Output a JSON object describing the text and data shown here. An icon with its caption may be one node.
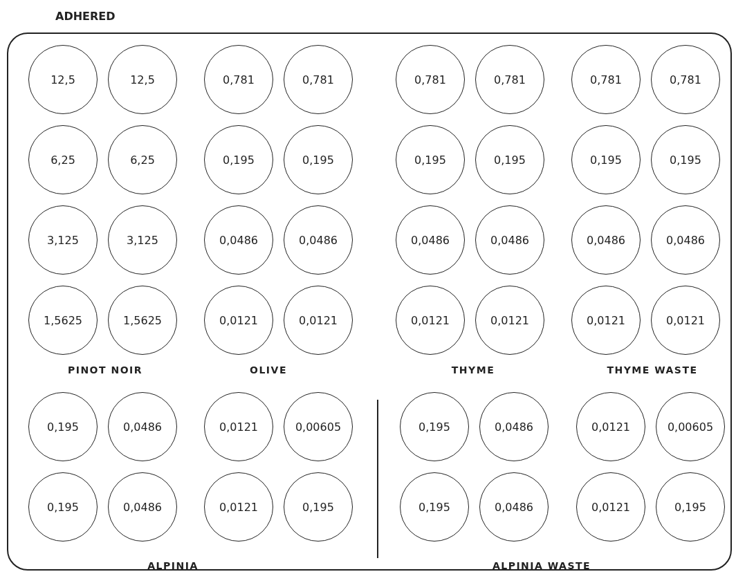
{
  "diagram": {
    "title": "ADHERED",
    "nodes": [
      {
        "text": [],
        "shape": "box"
      },
      {
        "text": [
          "12,5"
        ],
        "in": 0
      },
      {
        "text": [
          "12,5"
        ],
        "in": 0
      },
      {
        "text": [
          "0,781"
        ],
        "in": 0
      },
      {
        "text": [
          "0,781"
        ],
        "in": 0
      },
      {
        "text": [
          "0,781"
        ],
        "in": 0
      },
      {
        "text": [
          "0,781"
        ],
        "in": 0
      },
      {
        "text": [
          "0,781"
        ],
        "in": 0
      },
      {
        "text": [
          "0,781"
        ],
        "in": 0
      },
      {
        "text": [
          "6,25"
        ],
        "in": 0
      },
      {
        "text": [
          "6,25"
        ],
        "in": 0
      },
      {
        "text": [
          "0,195"
        ],
        "in": 0
      },
      {
        "text": [
          "0,195"
        ],
        "in": 0
      },
      {
        "text": [
          "0,195"
        ],
        "in": 0
      },
      {
        "text": [
          "0,195"
        ],
        "in": 0
      },
      {
        "text": [
          "0,195"
        ],
        "in": 0
      },
      {
        "text": [
          "0,195"
        ],
        "in": 0
      },
      {
        "text": [
          "3,125"
        ],
        "in": 0
      },
      {
        "text": [
          "3,125"
        ],
        "in": 0
      },
      {
        "text": [
          "0,0486"
        ],
        "in": 0
      },
      {
        "text": [
          "0,0486"
        ],
        "in": 0
      },
      {
        "text": [
          "0,0486"
        ],
        "in": 0
      },
      {
        "text": [
          "0,0486"
        ],
        "in": 0
      },
      {
        "text": [
          "0,0486"
        ],
        "in": 0
      },
      {
        "text": [
          "0,0486"
        ],
        "in": 0
      },
      {
        "text": [
          "1,5625"
        ],
        "in": 0
      },
      {
        "text": [
          "1,5625"
        ],
        "in": 0
      },
      {
        "text": [
          "0,0121"
        ],
        "in": 0
      },
      {
        "text": [
          "0,0121"
        ],
        "in": 0
      },
      {
        "text": [
          "0,0121"
        ],
        "in": 0
      },
      {
        "text": [
          "0,0121"
        ],
        "in": 0
      },
      {
        "text": [
          "0,0121"
        ],
        "in": 0
      },
      {
        "text": [
          "0,0121"
        ],
        "in": 0
      },
      {
        "text": [
          "0,195"
        ],
        "in": 0
      },
      {
        "text": [
          "0,0486"
        ],
        "in": 0
      },
      {
        "text": [
          "0,0121"
        ],
        "in": 0
      },
      {
        "text": [
          "0,00605"
        ],
        "in": 0
      },
      {
        "text": [
          "0,195"
        ],
        "in": 0
      },
      {
        "text": [
          "0,0486"
        ],
        "in": 0
      },
      {
        "text": [
          "0,0121"
        ],
        "in": 0
      },
      {
        "text": [
          "0,00605"
        ],
        "in": 0
      },
      {
        "text": [
          "0,195"
        ],
        "in": 0
      },
      {
        "text": [
          "0,0486"
        ],
        "in": 0
      },
      {
        "text": [
          "0,0121"
        ],
        "in": 0
      },
      {
        "text": [
          "0,195"
        ],
        "in": 0
      },
      {
        "text": [
          "0,195"
        ],
        "in": 0
      },
      {
        "text": [
          "0,0486"
        ],
        "in": 0
      },
      {
        "text": [
          "0,0121"
        ],
        "in": 0
      },
      {
        "text": [
          "0,195"
        ],
        "in": 0
      }
    ],
    "edges": [],
    "labels": [
      "PINOT NOIR",
      "OLIVE",
      "THYME",
      "THYME WASTE",
      "ALPINIA",
      "ALPINIA WASTE"
    ]
  }
}
